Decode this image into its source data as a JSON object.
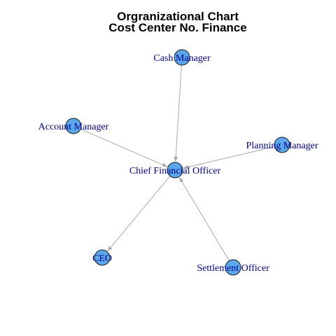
{
  "title": {
    "line1": "Orgranizational Chart",
    "line2": "Cost Center No. Finance"
  },
  "colors": {
    "node_fill": "#5aa7ec",
    "node_stroke": "#1a1a1a",
    "edge": "#aaaaaa",
    "label": "#00008b"
  },
  "nodes": [
    {
      "id": "cash-manager",
      "label": "Cash Manager"
    },
    {
      "id": "account-manager",
      "label": "Account Manager"
    },
    {
      "id": "planning-manager",
      "label": "Planning Manager"
    },
    {
      "id": "chief-financial-officer",
      "label": "Chief Financial Officer"
    },
    {
      "id": "ceo",
      "label": "CEO"
    },
    {
      "id": "settlement-officer",
      "label": "Settlement Officer"
    }
  ],
  "edges": [
    {
      "from": "cash-manager",
      "to": "chief-financial-officer"
    },
    {
      "from": "account-manager",
      "to": "chief-financial-officer"
    },
    {
      "from": "planning-manager",
      "to": "chief-financial-officer"
    },
    {
      "from": "settlement-officer",
      "to": "chief-financial-officer"
    },
    {
      "from": "chief-financial-officer",
      "to": "ceo"
    }
  ]
}
